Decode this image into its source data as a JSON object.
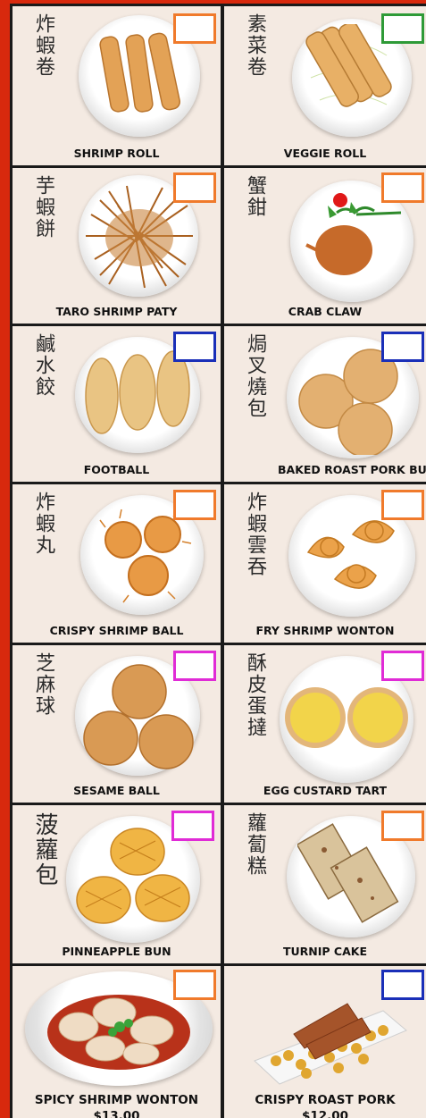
{
  "colors": {
    "orange": "#f07a2b",
    "green": "#2e9a37",
    "blue": "#1a2fb8",
    "magenta": "#e02bd6",
    "frame_red": "#d8290d"
  },
  "items": [
    {
      "name": "SHRIMP ROLL",
      "chinese": "炸蝦卷",
      "box_color": "orange",
      "food_icon": "spring-roll-icon"
    },
    {
      "name": "VEGGIE ROLL",
      "chinese": "素菜卷",
      "box_color": "green",
      "food_icon": "spring-roll-icon"
    },
    {
      "name": "TARO SHRIMP PATY",
      "chinese": "芋蝦餅",
      "box_color": "orange",
      "food_icon": "taro-patty-icon"
    },
    {
      "name": "CRAB CLAW",
      "chinese": "蟹鉗",
      "box_color": "orange",
      "food_icon": "crab-claw-icon"
    },
    {
      "name": "FOOTBALL",
      "chinese": "鹹水餃",
      "box_color": "blue",
      "food_icon": "dumpling-icon"
    },
    {
      "name": "BAKED ROAST PORK BUN",
      "chinese": "焗叉燒包",
      "box_color": "blue",
      "food_icon": "baked-bun-icon"
    },
    {
      "name": "CRISPY SHRIMP BALL",
      "chinese": "炸蝦丸",
      "box_color": "orange",
      "food_icon": "shrimp-ball-icon"
    },
    {
      "name": "FRY SHRIMP WONTON",
      "chinese": "炸蝦雲吞",
      "box_color": "orange",
      "food_icon": "wonton-icon"
    },
    {
      "name": "SESAME BALL",
      "chinese": "芝麻球",
      "box_color": "magenta",
      "food_icon": "sesame-ball-icon"
    },
    {
      "name": "EGG CUSTARD TART",
      "chinese": "酥皮蛋撻",
      "box_color": "magenta",
      "food_icon": "egg-tart-icon"
    },
    {
      "name": "PINNEAPPLE BUN",
      "chinese": "菠蘿包",
      "box_color": "magenta",
      "food_icon": "pineapple-bun-icon"
    },
    {
      "name": "TURNIP CAKE",
      "chinese": "蘿蔔糕",
      "box_color": "orange",
      "food_icon": "turnip-cake-icon"
    },
    {
      "name": "SPICY SHRIMP WONTON",
      "chinese": "",
      "price": "$13.00",
      "box_color": "orange",
      "food_icon": "spicy-wonton-icon"
    },
    {
      "name": "CRISPY ROAST PORK",
      "chinese": "",
      "price": "$12.00",
      "box_color": "blue",
      "food_icon": "roast-pork-icon"
    }
  ]
}
